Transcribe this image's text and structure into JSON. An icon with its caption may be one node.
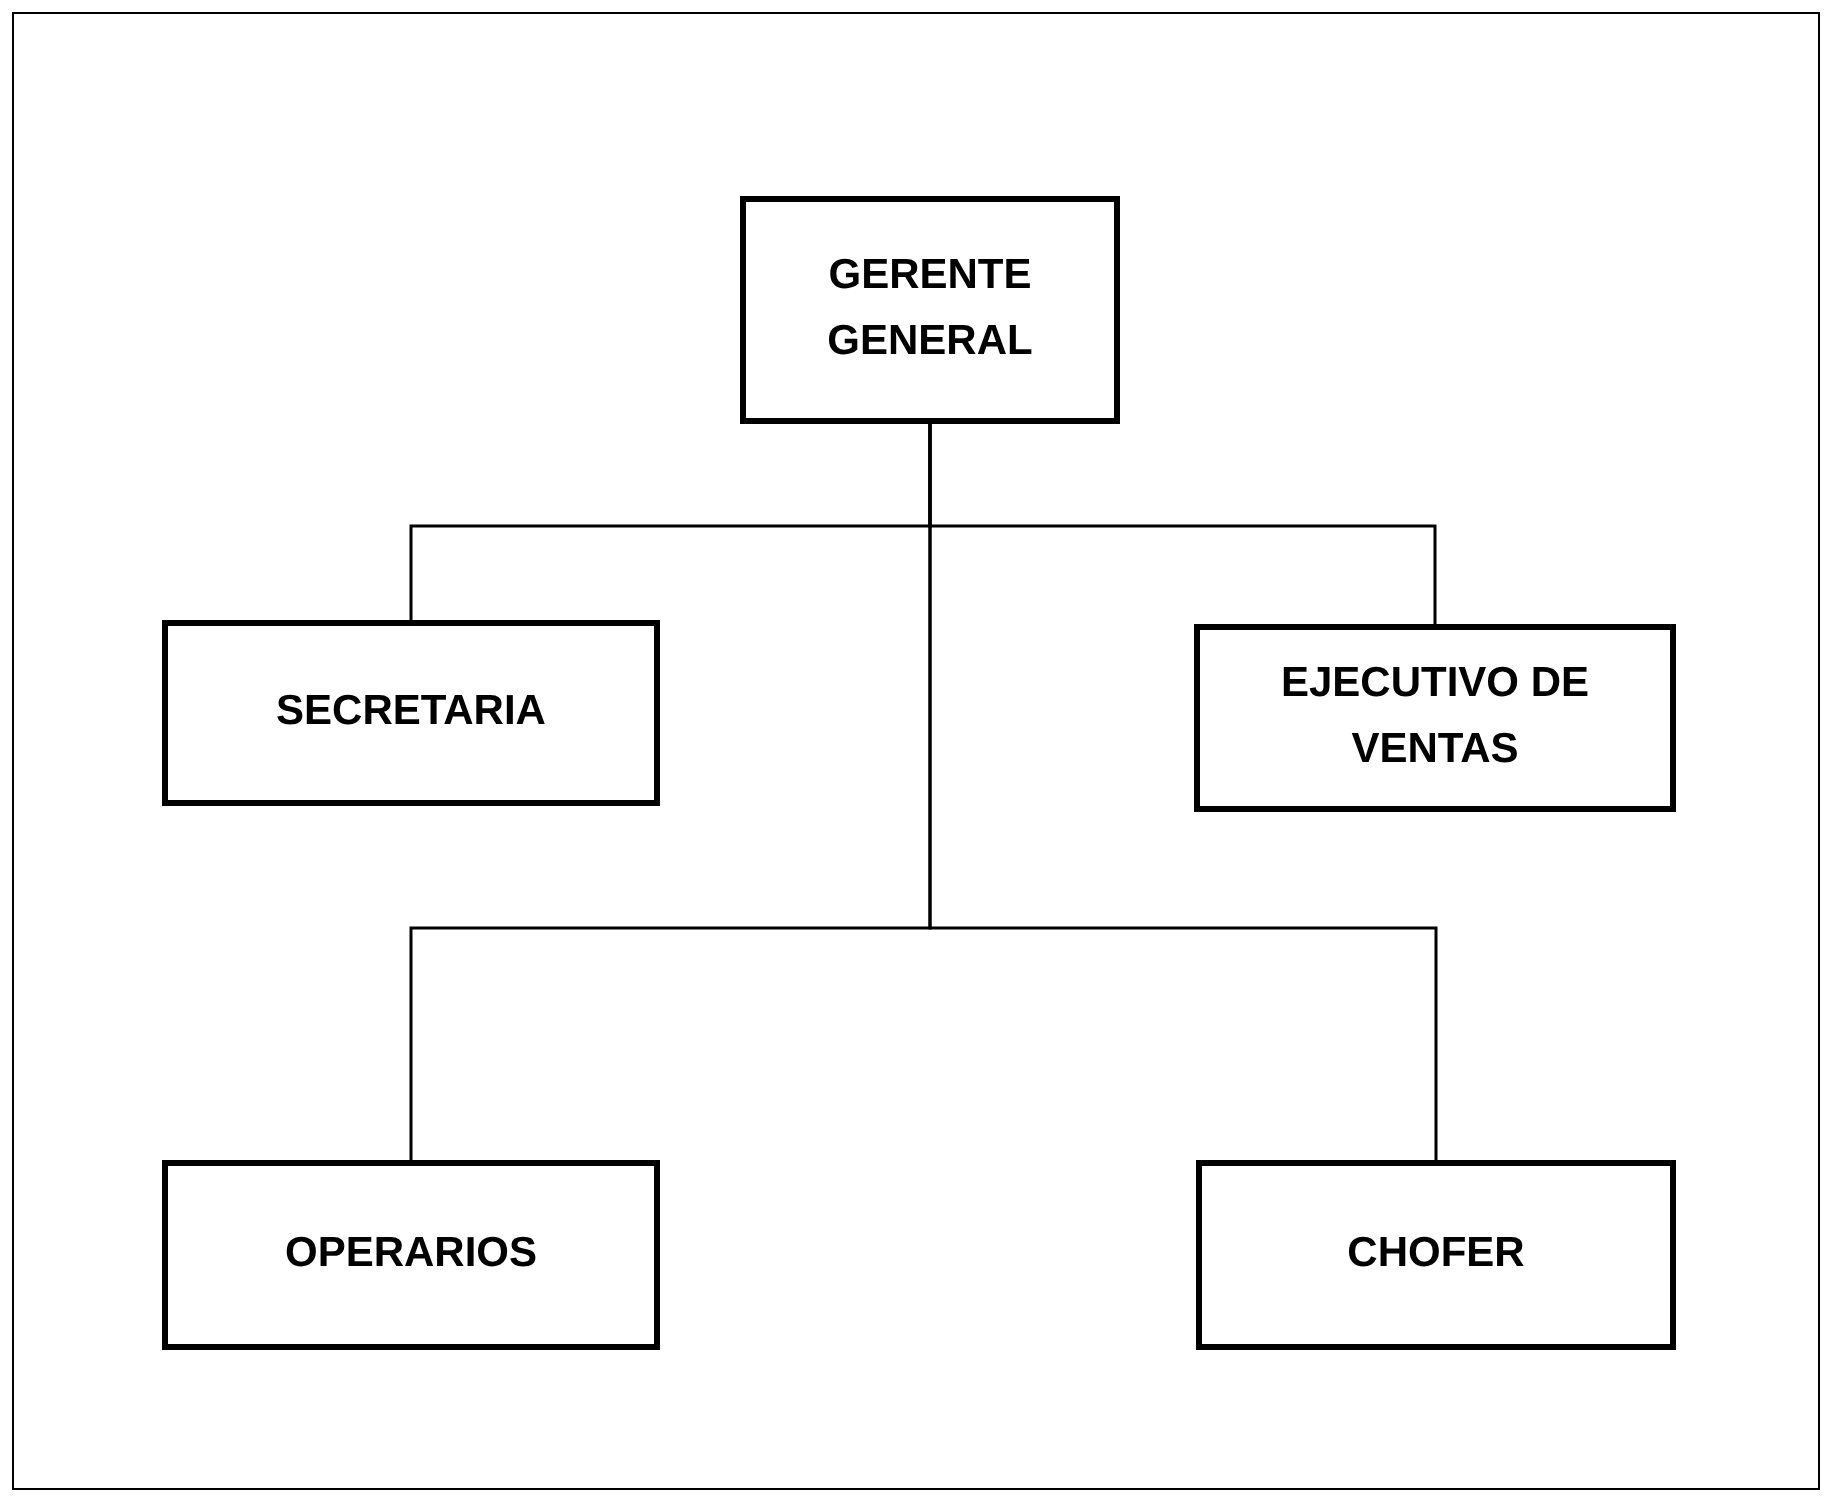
{
  "diagram": {
    "nodes": [
      {
        "text": [
          "GERENTE GENERAL"
        ]
      },
      {
        "text": [
          "SECRETARIA"
        ]
      },
      {
        "text": [
          "EJECUTIVO DE VENTAS"
        ]
      },
      {
        "text": [
          "OPERARIOS"
        ]
      },
      {
        "text": [
          "CHOFER"
        ]
      }
    ],
    "edges": [
      {
        "from": 0,
        "to": 1,
        "arrow": "none"
      },
      {
        "from": 0,
        "to": 2,
        "arrow": "none"
      },
      {
        "from": 0,
        "to": 3,
        "arrow": "none"
      },
      {
        "from": 0,
        "to": 4,
        "arrow": "none"
      }
    ]
  }
}
